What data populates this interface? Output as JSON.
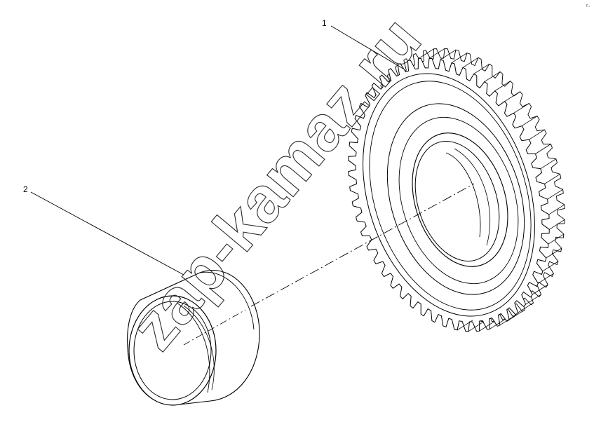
{
  "diagram": {
    "parts": [
      {
        "label": "1",
        "name": "gear"
      },
      {
        "label": "2",
        "name": "bushing"
      }
    ],
    "watermark": "zap-kamaz.ru",
    "corner_mark": "г.."
  },
  "colors": {
    "line": "#000000",
    "watermark": "#2a2a2a",
    "background": "#ffffff"
  }
}
